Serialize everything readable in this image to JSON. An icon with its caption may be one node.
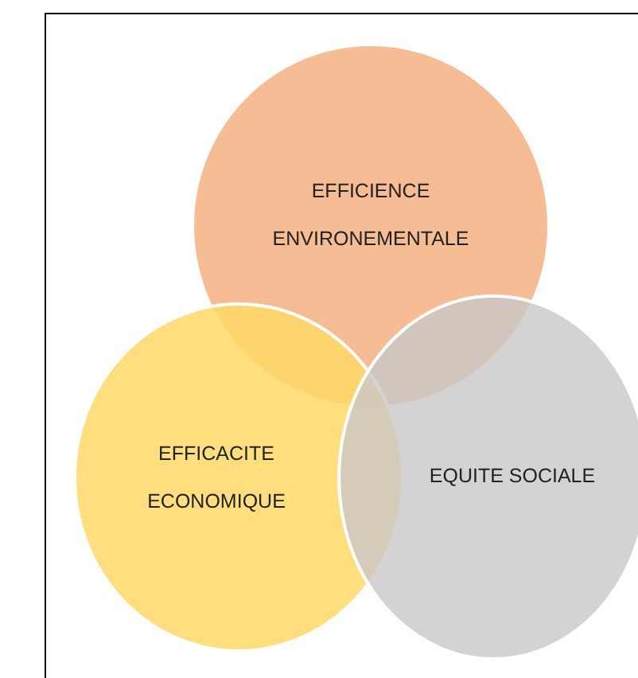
{
  "diagram": {
    "nodes": [
      {
        "text": [
          "EFFICIENCE ENVIRONEMENTALE"
        ]
      },
      {
        "text": [
          "EFFICACITE ECONOMIQUE"
        ]
      },
      {
        "text": [
          "EQUITE SOCIALE"
        ]
      }
    ]
  }
}
